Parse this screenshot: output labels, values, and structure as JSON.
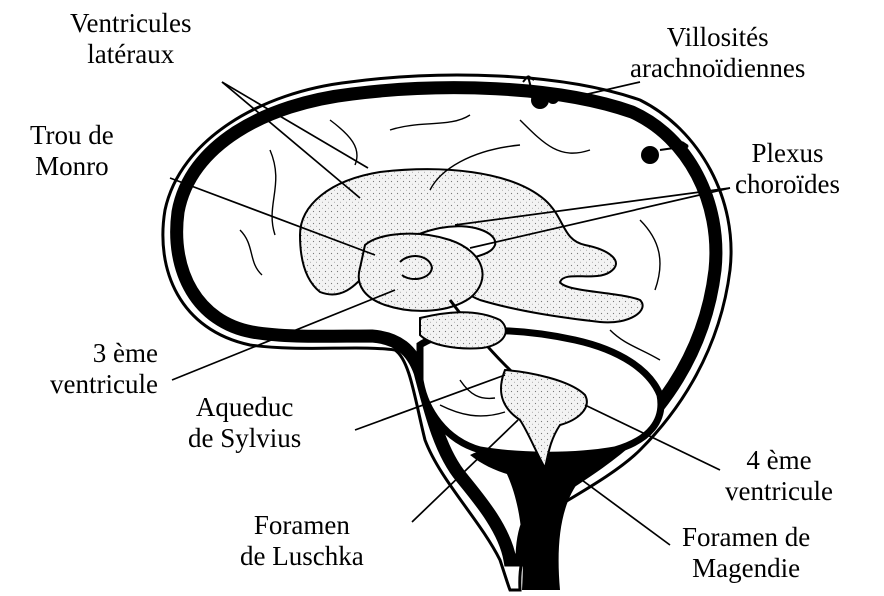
{
  "colors": {
    "ink": "#000000",
    "paper": "#ffffff",
    "ventricle_fill": "#f2f2f2"
  },
  "labels": {
    "ventricules_lateraux": [
      "Ventricules",
      "latéraux"
    ],
    "villosites": [
      "Villosités",
      "arachnoïdiennes"
    ],
    "trou_monro": [
      "Trou de",
      "Monro"
    ],
    "plexus": [
      "Plexus",
      "choroïdes"
    ],
    "troisieme": [
      "3 ème",
      "ventricule"
    ],
    "aqueduc": [
      "Aqueduc",
      "de Sylvius"
    ],
    "quatrieme": [
      "4 ème",
      "ventricule"
    ],
    "luschka": [
      "Foramen",
      "de Luschka"
    ],
    "magendie": [
      "Foramen de",
      "Magendie"
    ]
  }
}
